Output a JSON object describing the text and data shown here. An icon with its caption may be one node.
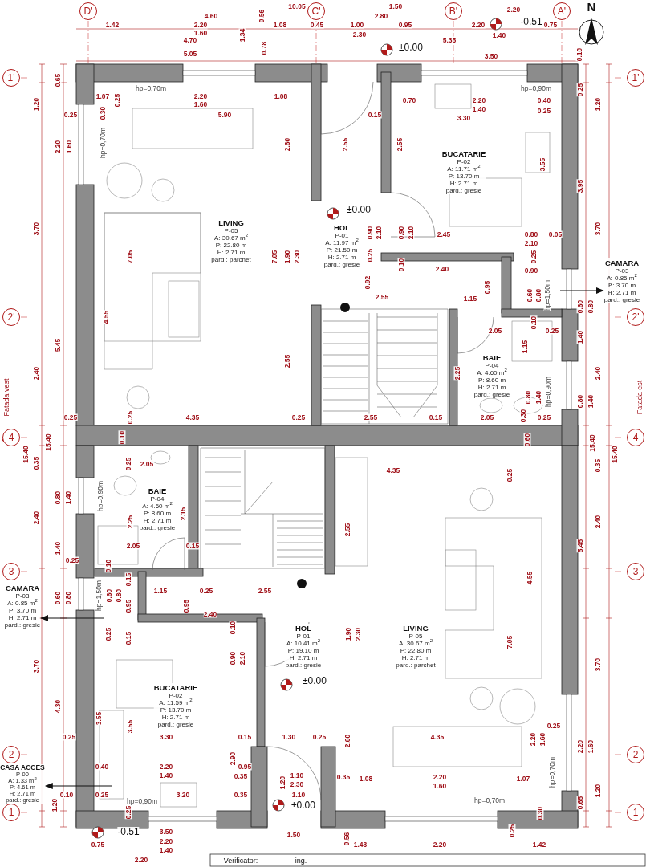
{
  "diagram": {
    "nodes": [
      {
        "text": [
          "D'"
        ]
      },
      {
        "text": [
          "C'"
        ]
      },
      {
        "text": [
          "B'"
        ]
      },
      {
        "text": [
          "A'"
        ]
      },
      {
        "text": [
          "1'"
        ]
      },
      {
        "text": [
          "1'"
        ]
      },
      {
        "text": [
          "LIVING",
          "P-05",
          "A: 30.67 m$^{2}$",
          "P: 22.80 m",
          "H: 2.71 m",
          "pard.: parchet"
        ]
      },
      {
        "text": [
          "HOL",
          "P-01",
          "A: 11.97 m$^{2}$",
          "P: 21.50 m",
          "H: 2.71 m",
          "pard.: gresie"
        ]
      },
      {
        "text": [
          "BUCATARIE",
          "P-02",
          "A: 11.71 m$^{2}$",
          "P: 13.70 m",
          "H: 2.71 m",
          "pard.: gresie"
        ]
      },
      {
        "text": [
          "CAMARA",
          "P-03",
          "A: 0.85 m$^{2}$",
          "P: 3.70 m",
          "H: 2.71 m",
          "pard.: gresie"
        ]
      },
      {
        "text": [
          "2'"
        ]
      },
      {
        "text": [
          "2'"
        ]
      },
      {
        "text": [
          "BAIE",
          "P-04",
          "A: 4.60 m$^{2}$",
          "P: 8.60 m",
          "H: 2.71 m",
          "pard.: gresie"
        ]
      },
      {
        "text": [
          "4"
        ]
      },
      {
        "text": [
          "4"
        ]
      },
      {
        "text": [
          "BAIE",
          "P-04",
          "A: 4.60 m$^{2}$",
          "P: 8.60 m",
          "H: 2.71 m",
          "pard.: gresie"
        ]
      },
      {
        "text": [
          "3"
        ]
      },
      {
        "text": [
          "3"
        ]
      },
      {
        "text": [
          "CAMARA",
          "P-03",
          "A: 0.85 m$^{2}$",
          "P: 3.70 m",
          "H: 2.71 m",
          "pard.: gresie"
        ]
      },
      {
        "text": [
          "HOL",
          "P-01",
          "A: 10.41 m$^{2}$",
          "P: 19.10 m",
          "H: 2.71 m",
          "pard.: gresie"
        ]
      },
      {
        "text": [
          "LIVING",
          "P-05",
          "A: 30.67 m$^{2}$",
          "P: 22.80 m",
          "H: 2.71 m",
          "pard.: parchet"
        ]
      },
      {
        "text": [
          "BUCATARIE",
          "P-02",
          "A: 11.59 m$^{2}$",
          "P: 13.70 m",
          "H: 2.71 m",
          "pard.: gresie"
        ]
      },
      {
        "text": [
          "2"
        ]
      },
      {
        "text": [
          "2"
        ]
      },
      {
        "text": [
          "CASA ACCES",
          "P-00",
          "A: 1.33 m$^{2}$",
          "P: 4.61 m",
          "H: 2.71 m",
          "pard.: gresie"
        ]
      },
      {
        "text": [
          "1"
        ]
      },
      {
        "text": [
          "1"
        ]
      }
    ],
    "edges": [
      {
        "from": null,
        "to": 9,
        "arrow": "to"
      },
      {
        "from": null,
        "to": 18,
        "arrow": "to"
      },
      {
        "from": null,
        "to": 24,
        "arrow": "to"
      }
    ],
    "labels": [
      "10.05",
      "1.50",
      "4.60",
      "0.56",
      "2.80",
      "2.20",
      "-0.51",
      "1.42",
      "2.20",
      "1.08",
      "0.45",
      "1.00",
      "0.95",
      "2.20",
      "0.75",
      "1.60",
      "1.34",
      "2.30",
      "1.40",
      "4.70",
      "5.35",
      "0.78",
      "±0.00",
      "5.05",
      "3.50",
      "0.10",
      "0.65",
      "1.20",
      "0.25",
      "2.20",
      "1.60",
      "3.70",
      "5.45",
      "2.40",
      "0.25",
      "15.40",
      "15.40",
      "0.35",
      "0.80",
      "1.40",
      "2.40",
      "1.40",
      "0.25",
      "0.60",
      "0.80",
      "3.70",
      "4.30",
      "0.25",
      "1.20",
      "0.10",
      "0.25",
      "1.20",
      "3.95",
      "3.70",
      "0.60",
      "0.80",
      "1.40",
      "2.40",
      "0.80",
      "1.40",
      "15.40",
      "15.40",
      "0.35",
      "2.40",
      "5.45",
      "3.70",
      "2.20",
      "1.60",
      "1.20",
      "0.65",
      "hp=0,70m",
      "1.07",
      "0.25",
      "2.20",
      "1.08",
      "1.60",
      "5.90",
      "0.30",
      "hp=0,70m",
      "2.60",
      "7.05",
      "7.05",
      "1.90",
      "2.30",
      "4.55",
      "2.55",
      "0.25",
      "4.35",
      "0.25",
      "0.15",
      "2.55",
      "2.55",
      "±0.00",
      "0.90",
      "2.10",
      "0.90",
      "2.10",
      "0.25",
      "0.10",
      "0.92",
      "2.55",
      "hp=0,90m",
      "0.70",
      "2.20",
      "0.40",
      "1.40",
      "0.25",
      "3.30",
      "3.55",
      "2.45",
      "0.80",
      "0.05",
      "2.10",
      "0.25",
      "2.40",
      "0.90",
      "0.95",
      "1.15",
      "0.60",
      "0.80",
      "hp=1,50m",
      "0.10",
      "2.05",
      "0.25",
      "1.15",
      "2.25",
      "0.80",
      "1.40",
      "hp=0,90m",
      "2.55",
      "0.15",
      "2.05",
      "0.30",
      "0.25",
      "0.10",
      "0.60",
      "0.25",
      "2.05",
      "hp=0,90m",
      "2.15",
      "2.25",
      "2.05",
      "0.15",
      "0.10",
      "hp=1,50m",
      "0.60",
      "0.80",
      "0.15",
      "0.95",
      "0.25",
      "0.15",
      "1.15",
      "0.95",
      "0.25",
      "2.55",
      "2.40",
      "0.10",
      "0.90",
      "2.10",
      "±0.00",
      "2.55",
      "4.35",
      "0.25",
      "1.90",
      "2.30",
      "4.55",
      "7.05",
      "2.60",
      "4.35",
      "2.20",
      "1.60",
      "0.25",
      "hp=0,70m",
      "1.08",
      "2.20",
      "1.60",
      "1.07",
      "hp=0,70m",
      "0.30",
      "0.25",
      "3.55",
      "3.55",
      "3.30",
      "0.15",
      "1.30",
      "0.25",
      "2.90",
      "0.40",
      "2.20",
      "0.95",
      "1.40",
      "0.35",
      "1.10",
      "2.30",
      "0.35",
      "0.25",
      "3.20",
      "0.35",
      "1.10",
      "1.20",
      "hp=0,90m",
      "0.25",
      "±0.00",
      "-0.51",
      "3.50",
      "0.75",
      "2.20",
      "1.40",
      "2.20",
      "1.50",
      "0.56",
      "1.43",
      "2.20",
      "1.42",
      "Verificator:",
      "ing.",
      "Fatada vest",
      "Fatada est",
      "N"
    ]
  }
}
